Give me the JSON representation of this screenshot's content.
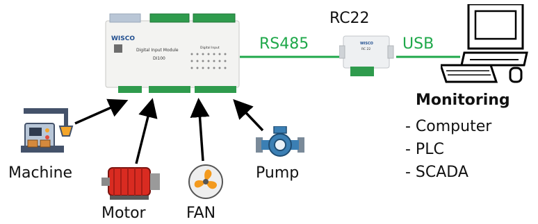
{
  "module": {
    "brand": "WISCO",
    "name": "Digital Input Module",
    "model": "DI100",
    "panel_title": "Digital Input"
  },
  "converter": {
    "label": "RC22",
    "brand": "WISCO",
    "model": "RC 22"
  },
  "links": {
    "left": "RS485",
    "right": "USB"
  },
  "monitoring": {
    "title": "Monitoring",
    "items": [
      "- Computer",
      "- PLC",
      "- SCADA"
    ]
  },
  "devices": {
    "machine": "Machine",
    "motor": "Motor",
    "fan": "FAN",
    "pump": "Pump"
  },
  "colors": {
    "link": "#1fa84a",
    "arrow": "#000000",
    "motor": "#d92b21",
    "fan": "#f39a1e",
    "pump": "#3b7fb4"
  }
}
